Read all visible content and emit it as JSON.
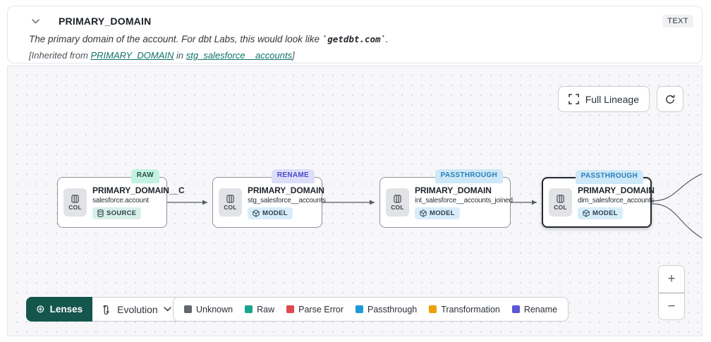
{
  "header": {
    "title": "PRIMARY_DOMAIN",
    "type_badge": "TEXT",
    "description_prefix": "The primary domain of the account. For dbt Labs, this would look like ",
    "description_code": "`getdbt.com`",
    "description_suffix": ".",
    "inherited_prefix": "[Inherited from ",
    "inherited_link_column": "PRIMARY_DOMAIN",
    "inherited_middle": " in ",
    "inherited_link_model": "stg_salesforce__accounts",
    "inherited_suffix": "]"
  },
  "canvas": {
    "full_lineage_label": "Full Lineage",
    "nodes": [
      {
        "badge": "RAW",
        "title": "PRIMARY_DOMAIN__C",
        "subtitle": "salesforce.account",
        "col_label": "COL",
        "kind": "SOURCE",
        "selected": false
      },
      {
        "badge": "RENAME",
        "title": "PRIMARY_DOMAIN",
        "subtitle": "stg_salesforce__accounts",
        "col_label": "COL",
        "kind": "MODEL",
        "selected": false
      },
      {
        "badge": "PASSTHROUGH",
        "title": "PRIMARY_DOMAIN",
        "subtitle": "int_salesforce__accounts_joined",
        "col_label": "COL",
        "kind": "MODEL",
        "selected": false
      },
      {
        "badge": "PASSTHROUGH",
        "title": "PRIMARY_DOMAIN",
        "subtitle": "dim_salesforce_accounts",
        "col_label": "COL",
        "kind": "MODEL",
        "selected": true
      }
    ],
    "zoom_in_label": "+",
    "zoom_out_label": "−"
  },
  "footer": {
    "lenses_label": "Lenses",
    "lens_selected_label": "Evolution",
    "legend": [
      {
        "label": "Unknown",
        "color": "#63676c"
      },
      {
        "label": "Raw",
        "color": "#17a68f"
      },
      {
        "label": "Parse Error",
        "color": "#e0484f"
      },
      {
        "label": "Passthrough",
        "color": "#1d9bd7"
      },
      {
        "label": "Transformation",
        "color": "#eba004"
      },
      {
        "label": "Rename",
        "color": "#5a57d7"
      }
    ]
  },
  "colors": {
    "accent_teal": "#15564c",
    "link_teal": "#0d7268",
    "raw_badge_bg": "#c2f2e1",
    "rename_badge_bg": "#dcddf9",
    "rename_badge_text": "#4a4ac8",
    "passthrough_badge_bg": "#cde8f8",
    "passthrough_badge_text": "#2a7fb8",
    "source_chip_bg": "#d8f0ea",
    "model_chip_bg": "#d8edfa",
    "edge": "#565d66",
    "canvas_bg": "#f7f7f9"
  }
}
